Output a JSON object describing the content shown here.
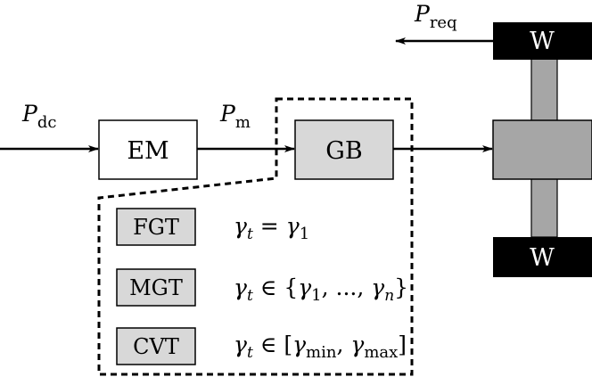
{
  "blocks": {
    "em": "EM",
    "gb": "GB",
    "wheel_top": "W",
    "wheel_bottom": "W"
  },
  "signals": {
    "p_dc": {
      "symbol": "P",
      "sub": "dc"
    },
    "p_m": {
      "symbol": "P",
      "sub": "m"
    },
    "p_req": {
      "symbol": "P",
      "sub": "req"
    }
  },
  "transmissions": [
    {
      "label": "FGT",
      "formula": {
        "lhs": "γ",
        "lhs_sub": "t",
        "op": "=",
        "rhs": "γ",
        "rhs_sub": "1"
      }
    },
    {
      "label": "MGT",
      "formula": {
        "lhs": "γ",
        "lhs_sub": "t",
        "op": "∈",
        "set_open": "{",
        "first": "γ",
        "first_sub": "1",
        "sep": ", ..., ",
        "last": "γ",
        "last_sub": "n",
        "set_close": "}"
      }
    },
    {
      "label": "CVT",
      "formula": {
        "lhs": "γ",
        "lhs_sub": "t",
        "op": "∈",
        "set_open": "[",
        "first": "γ",
        "first_sub": "min",
        "sep": ", ",
        "last": "γ",
        "last_sub": "max",
        "set_close": "]"
      }
    }
  ],
  "colors": {
    "gearbox_fill": "#d8d8d8",
    "chassis_fill": "#a6a6a6",
    "wheel_fill": "#000000",
    "box_fill": "#ffffff",
    "line": "#000000"
  }
}
